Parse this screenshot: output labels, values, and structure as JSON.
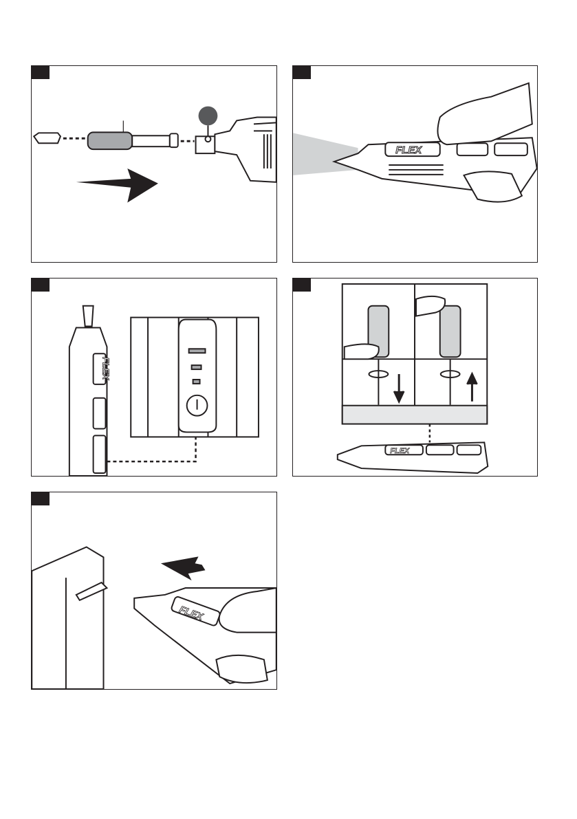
{
  "brand": {
    "logo_text": "FLEX"
  },
  "panels": [
    {
      "id": 1,
      "subject": "bit-holder-insertion"
    },
    {
      "id": 2,
      "subject": "work-light"
    },
    {
      "id": 3,
      "subject": "battery-indicator"
    },
    {
      "id": 4,
      "subject": "direction-switch"
    },
    {
      "id": 5,
      "subject": "driving-screw"
    }
  ],
  "colors": {
    "line": "#231f20",
    "fill_gray": "#a7a9ac",
    "light_gray": "#d1d3d4"
  }
}
